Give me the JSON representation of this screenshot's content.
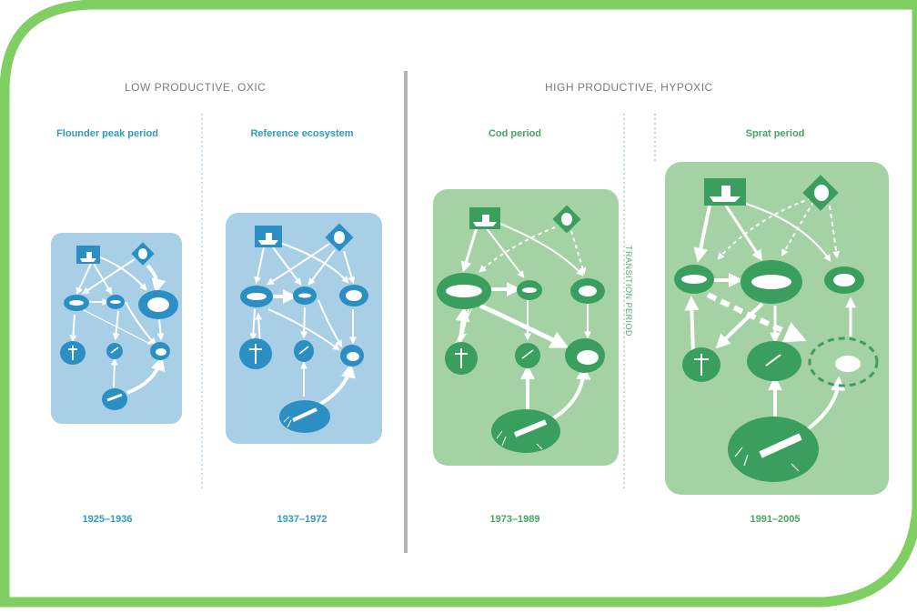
{
  "sections": {
    "left_title": "LOW PRODUCTIVE, OXIC",
    "right_title": "HIGH PRODUCTIVE, HYPOXIC"
  },
  "periods": [
    {
      "label": "Flounder peak period",
      "years": "1925–1936",
      "color": "#2f9bbf"
    },
    {
      "label": "Reference ecosystem",
      "years": "1937–1972",
      "color": "#2f9bbf"
    },
    {
      "label": "Cod period",
      "years": "1973–1989",
      "color": "#49a460"
    },
    {
      "label": "Sprat period",
      "years": "1991–2005",
      "color": "#49a460"
    }
  ],
  "transition_label": "TRANSITION PERIOD",
  "colors": {
    "frame": "#7fcf63",
    "blue_panel": "#a9cfe7",
    "blue_node": "#2b8fc4",
    "green_panel": "#a5d2a5",
    "green_node": "#3a9e5e",
    "divider": "#b3b3b3"
  },
  "icons": [
    "fishing-boat-icon",
    "seal-icon",
    "cod-icon",
    "sprat-icon",
    "flounder-icon",
    "copepod-icon",
    "mysid-icon",
    "clam-icon",
    "phytoplankton-icon"
  ]
}
